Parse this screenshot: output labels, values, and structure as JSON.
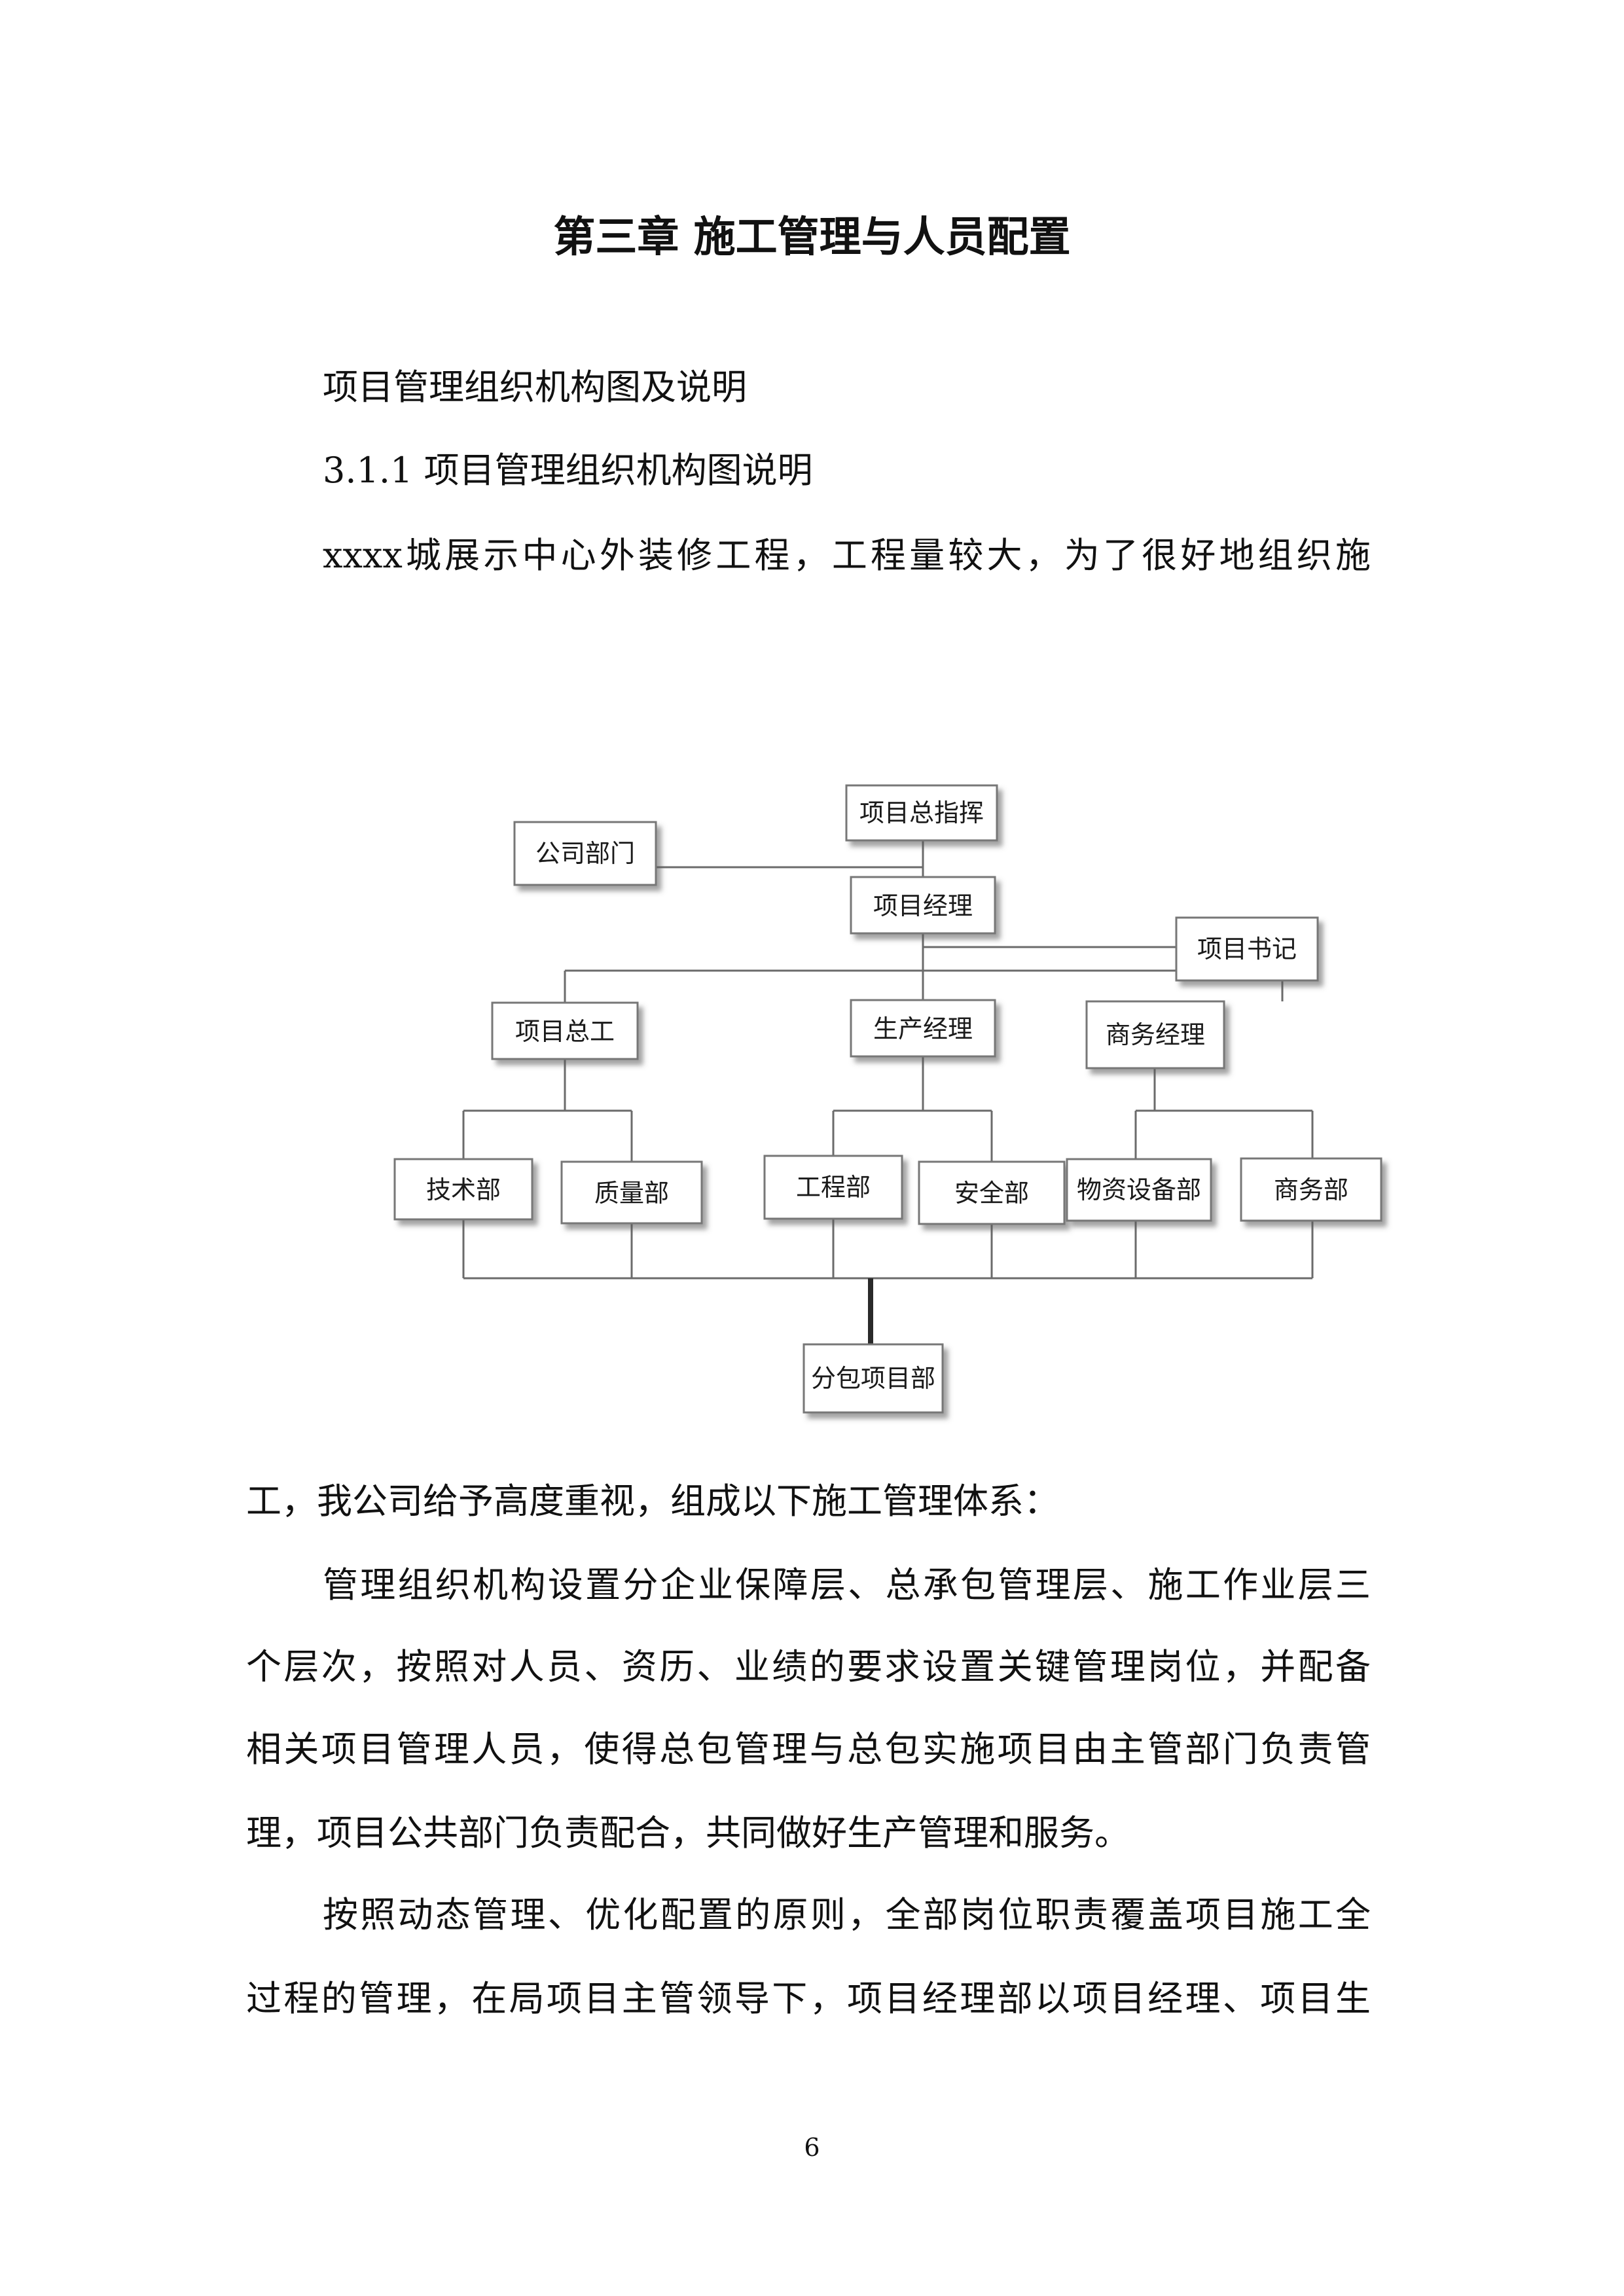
{
  "document": {
    "chapter_title": "第三章  施工管理与人员配置",
    "section_heading": "项目管理组织机构图及说明",
    "subsection_heading": "3.1.1 项目管理组织机构图说明",
    "paragraph_intro": "xxxx城展示中心外装修工程，工程量较大，为了很好地组织施",
    "paragraph_intro_continued": "工，我公司给予高度重视，组成以下施工管理体系：",
    "paragraph_2": [
      "管理组织机构设置分企业保障层、总承包管理层、施工作业层三",
      "个层次，按照对人员、资历、业绩的要求设置关键管理岗位，并配备",
      "相关项目管理人员，使得总包管理与总包实施项目由主管部门负责管",
      "理，项目公共部门负责配合，共同做好生产管理和服务。"
    ],
    "paragraph_3": [
      "按照动态管理、优化配置的原则，全部岗位职责覆盖项目施工全",
      "过程的管理，在局项目主管领导下，项目经理部以项目经理、项目生"
    ],
    "page_number": "6"
  },
  "org_chart": {
    "nodes": {
      "commander": "项目总指挥",
      "company_dept": "公司部门",
      "project_manager": "项目经理",
      "secretary": "项目书记",
      "chief_engineer": "项目总工",
      "production_manager": "生产经理",
      "business_manager": "商务经理",
      "tech_dept": "技术部",
      "quality_dept": "质量部",
      "engineering_dept": "工程部",
      "safety_dept": "安全部",
      "materials_dept": "物资设备部",
      "business_dept": "商务部",
      "subcontract_dept": "分包项目部"
    }
  }
}
